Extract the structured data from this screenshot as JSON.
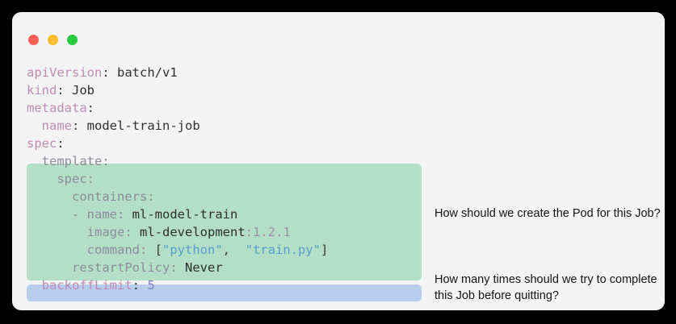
{
  "window": {
    "traffic_lights": [
      {
        "name": "close",
        "color": "#ff5f56"
      },
      {
        "name": "minimize",
        "color": "#ffbd2e"
      },
      {
        "name": "maximize",
        "color": "#27c93f"
      }
    ],
    "background": "#f4f4f4",
    "page_background": "#000000"
  },
  "code": {
    "language": "yaml",
    "filename_shown": false,
    "highlights": [
      {
        "name": "pod-template-highlight",
        "color": "#b2dfc6",
        "lines": "template..restartPolicy"
      },
      {
        "name": "backoff-limit-highlight",
        "color": "#b8cdee",
        "lines": "backoffLimit"
      }
    ],
    "lines": [
      {
        "indent": "",
        "key": "apiVersion",
        "sep": ": ",
        "value": "batch/v1"
      },
      {
        "indent": "",
        "key": "kind",
        "sep": ": ",
        "value": "Job"
      },
      {
        "indent": "",
        "key": "metadata",
        "sep": ":",
        "value": ""
      },
      {
        "indent": "  ",
        "key": "name",
        "sep": ": ",
        "value": "model-train-job"
      },
      {
        "indent": "",
        "key": "spec",
        "sep": ":",
        "value": ""
      },
      {
        "indent": "  ",
        "key": "template",
        "sep": ":",
        "value": ""
      },
      {
        "indent": "    ",
        "key": "spec",
        "sep": ":",
        "value": ""
      },
      {
        "indent": "      ",
        "key": "containers",
        "sep": ":",
        "value": ""
      },
      {
        "indent": "      ",
        "key": "name",
        "sep": ": ",
        "value": "ml-model-train",
        "dash": "- "
      },
      {
        "indent": "        ",
        "key": "image",
        "sep": ": ",
        "value": "ml-development",
        "tag": ":1.2.1"
      },
      {
        "indent": "        ",
        "key": "command",
        "sep": ": ",
        "value": "",
        "array": [
          "\"python\"",
          "\"train.py\""
        ]
      },
      {
        "indent": "      ",
        "key": "restartPolicy",
        "sep": ": ",
        "value": "Never"
      },
      {
        "indent": "  ",
        "key": "backoffLimit",
        "sep": ": ",
        "value": "5"
      }
    ],
    "text": {
      "l1_key": "apiVersion",
      "l1_sep": ": ",
      "l1_val": "batch/v1",
      "l2_key": "kind",
      "l2_sep": ": ",
      "l2_val": "Job",
      "l3_key": "metadata",
      "l3_sep": ":",
      "l4_indent": "  ",
      "l4_key": "name",
      "l4_sep": ": ",
      "l4_val": "model-train-job",
      "l5_key": "spec",
      "l5_sep": ":",
      "l6_indent": "  ",
      "l6_key": "template",
      "l6_sep": ":",
      "l7_indent": "    ",
      "l7_key": "spec",
      "l7_sep": ":",
      "l8_indent": "      ",
      "l8_key": "containers",
      "l8_sep": ":",
      "l9_indent": "      ",
      "l9_dash": "- ",
      "l9_key": "name",
      "l9_sep": ": ",
      "l9_val": "ml-model-train",
      "l10_indent": "        ",
      "l10_key": "image",
      "l10_sep": ": ",
      "l10_val": "ml-development",
      "l10_tag": ":1.2.1",
      "l11_indent": "        ",
      "l11_key": "command",
      "l11_sep": ": ",
      "l11_open": "[",
      "l11_s1": "\"python\"",
      "l11_comma": ",  ",
      "l11_s2": "\"train.py\"",
      "l11_close": "]",
      "l12_indent": "      ",
      "l12_key": "restartPolicy",
      "l12_sep": ": ",
      "l12_val": "Never",
      "l13_indent": "  ",
      "l13_key": "backoffLimit",
      "l13_sep": ": ",
      "l13_val": "5"
    }
  },
  "annotations": {
    "pod": "How should we create the Pod for this Job?",
    "retry": "How many times should we try to complete this Job before quitting?"
  }
}
